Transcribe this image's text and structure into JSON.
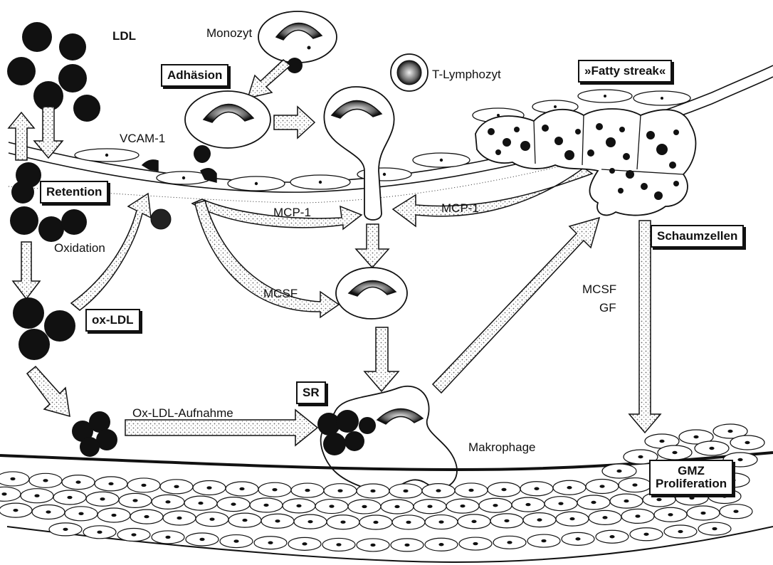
{
  "labels": {
    "ldl": "LDL",
    "monozyt": "Monozyt",
    "adhaesion": "Adhäsion",
    "t_lymphozyt": "T-Lymphozyt",
    "fatty_streak": "»Fatty streak«",
    "vcam": "VCAM-1",
    "retention": "Retention",
    "mcp1_left": "MCP-1",
    "mcp1_right": "MCP-1",
    "oxidation": "Oxidation",
    "schaumzellen": "Schaumzellen",
    "mcsf_center": "MCSF",
    "mcsf_right": "MCSF",
    "gf": "GF",
    "ox_ldl": "ox-LDL",
    "sr": "SR",
    "ox_ldl_aufnahme": "Ox-LDL-Aufnahme",
    "makrophage": "Makrophage",
    "gmz_line1": "GMZ",
    "gmz_line2": "Proliferation"
  },
  "colors": {
    "ink": "#111111",
    "paper": "#ffffff",
    "speckle": "#555555"
  }
}
